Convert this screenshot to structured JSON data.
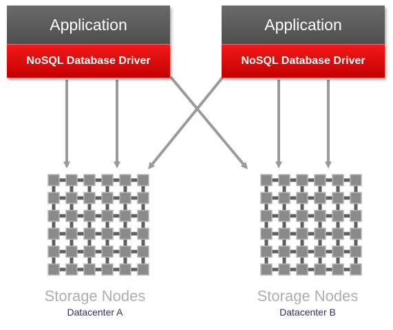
{
  "applications": [
    {
      "title": "Application",
      "driver": "NoSQL Database Driver"
    },
    {
      "title": "Application",
      "driver": "NoSQL Database Driver"
    }
  ],
  "datacenters": [
    {
      "storage_label": "Storage Nodes",
      "name": "Datacenter A"
    },
    {
      "storage_label": "Storage Nodes",
      "name": "Datacenter B"
    }
  ],
  "colors": {
    "app_header": "#5a5a5a",
    "driver": "#e00000",
    "arrow": "#9a9a9a",
    "grid_node": "#8a8a8a",
    "grid_line": "#5e5e5e",
    "storage_text": "#aeaeae",
    "datacenter_text": "#3a2a5e"
  }
}
